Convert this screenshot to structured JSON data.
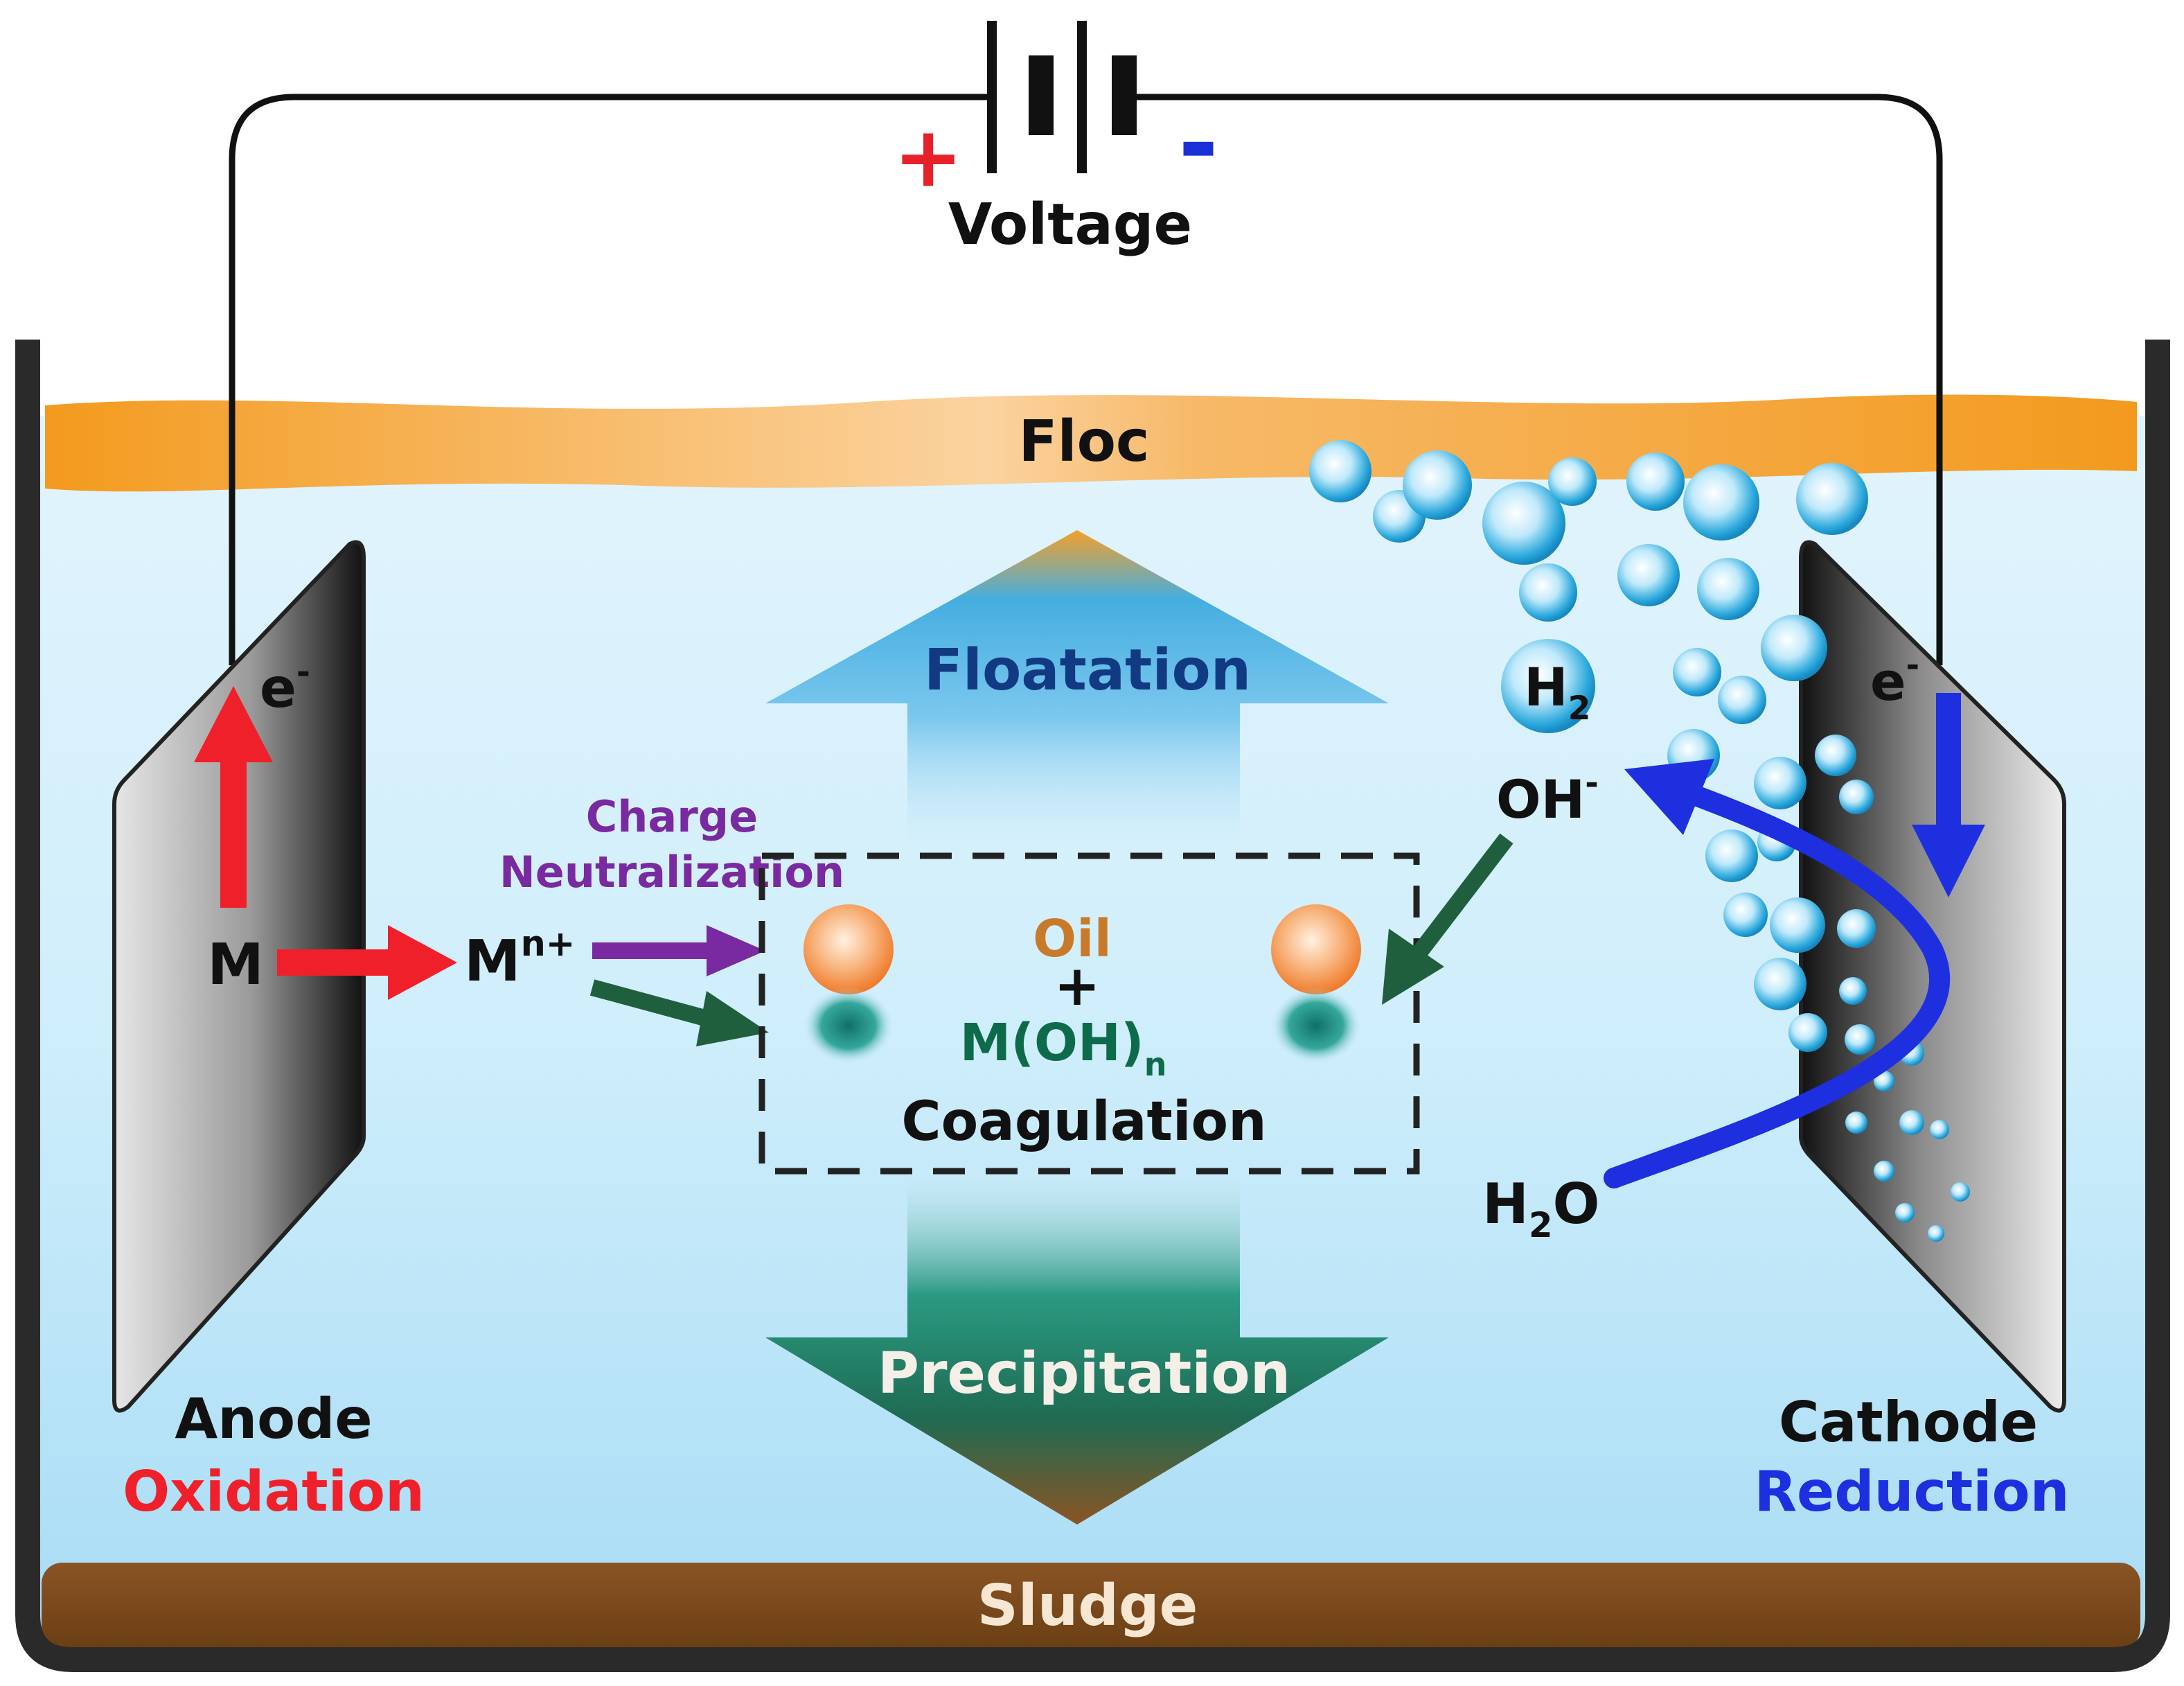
{
  "circuit": {
    "voltage_label": "Voltage",
    "plus_sign": "+",
    "minus_sign": "-",
    "plus_color": "#e8202a",
    "minus_color": "#1b2fd6"
  },
  "layers": {
    "floc_label": "Floc",
    "sludge_label": "Sludge",
    "floc_color": "#f39a1e",
    "sludge_color": "#7a4a1e",
    "water_color": "#bfe6f8"
  },
  "anode": {
    "title": "Anode",
    "process": "Oxidation",
    "process_color": "#f0202a",
    "electron_base": "e",
    "electron_sup": "-",
    "metal": "M",
    "ion_base": "M",
    "ion_sup": "n+"
  },
  "cathode": {
    "title": "Cathode",
    "process": "Reduction",
    "process_color": "#1e2fe0",
    "electron_base": "e",
    "electron_sup": "-",
    "h2_base": "H",
    "h2_sub": "2",
    "oh_base": "OH",
    "oh_sup": "-",
    "water_base_1": "H",
    "water_sub": "2",
    "water_base_2": "O"
  },
  "center": {
    "floatation_label": "Floatation",
    "precipitation_label": "Precipitation",
    "charge_line1": "Charge",
    "charge_line2": "Neutralization",
    "charge_color": "#7a2aa0",
    "oil_label": "Oil",
    "oil_color": "#c87a2a",
    "plus_sign": "+",
    "hydroxide_base": "M(OH)",
    "hydroxide_sub": "n",
    "hydroxide_color": "#0e6b4a",
    "coagulation_label": "Coagulation"
  }
}
